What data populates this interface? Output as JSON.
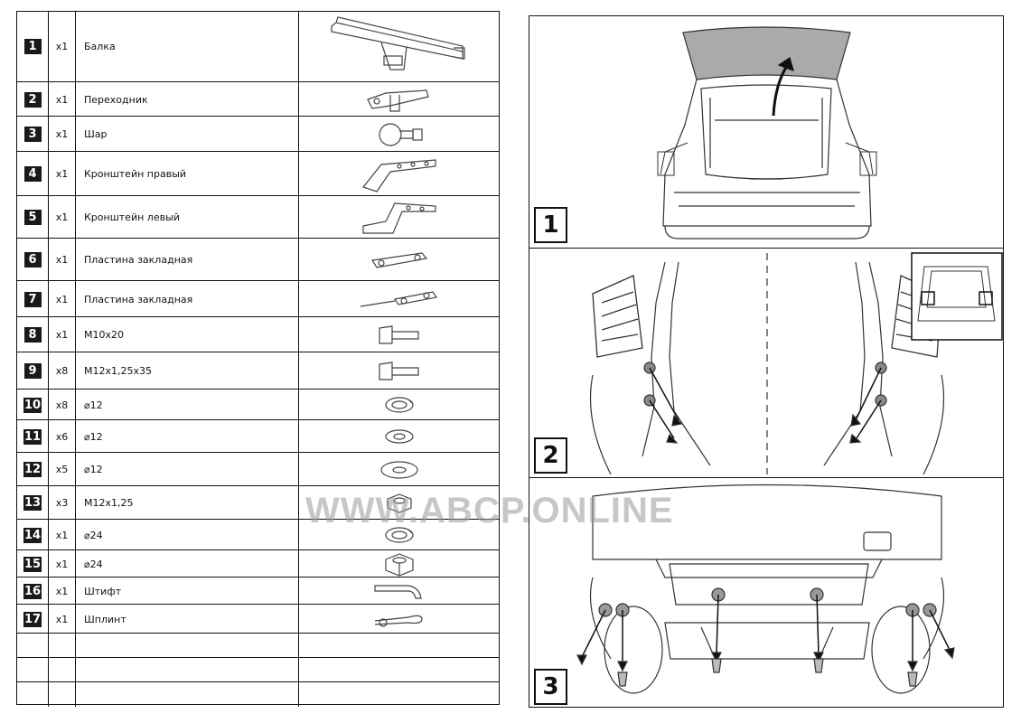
{
  "parts": [
    {
      "num": "1",
      "qty": "x1",
      "name": "Балка",
      "icon": "tow-beam-icon"
    },
    {
      "num": "2",
      "qty": "x1",
      "name": "Переходник",
      "icon": "adapter-icon"
    },
    {
      "num": "3",
      "qty": "x1",
      "name": "Шар",
      "icon": "tow-ball-icon"
    },
    {
      "num": "4",
      "qty": "x1",
      "name": "Кронштейн правый",
      "icon": "right-bracket-icon"
    },
    {
      "num": "5",
      "qty": "x1",
      "name": "Кронштейн левый",
      "icon": "left-bracket-icon"
    },
    {
      "num": "6",
      "qty": "x1",
      "name": "Пластина закладная",
      "icon": "mounting-plate-icon"
    },
    {
      "num": "7",
      "qty": "x1",
      "name": "Пластина закладная",
      "icon": "mounting-plate-wire-icon"
    },
    {
      "num": "8",
      "qty": "x1",
      "name": "M10x20",
      "icon": "bolt-icon"
    },
    {
      "num": "9",
      "qty": "x8",
      "name": "M12x1,25x35",
      "icon": "bolt-icon"
    },
    {
      "num": "10",
      "qty": "x8",
      "name": "⌀12",
      "icon": "spring-washer-icon"
    },
    {
      "num": "11",
      "qty": "x6",
      "name": "⌀12",
      "icon": "flat-washer-icon"
    },
    {
      "num": "12",
      "qty": "x5",
      "name": "⌀12",
      "icon": "large-washer-icon"
    },
    {
      "num": "13",
      "qty": "x3",
      "name": "M12x1,25",
      "icon": "nut-icon"
    },
    {
      "num": "14",
      "qty": "x1",
      "name": "⌀24",
      "icon": "spring-washer-icon"
    },
    {
      "num": "15",
      "qty": "x1",
      "name": "⌀24",
      "icon": "hex-nut-icon"
    },
    {
      "num": "16",
      "qty": "x1",
      "name": "Штифт",
      "icon": "pin-icon"
    },
    {
      "num": "17",
      "qty": "x1",
      "name": "Шплинт",
      "icon": "cotter-pin-icon"
    },
    {
      "num": "",
      "qty": "",
      "name": "",
      "icon": ""
    },
    {
      "num": "",
      "qty": "",
      "name": "",
      "icon": ""
    },
    {
      "num": "",
      "qty": "",
      "name": "",
      "icon": ""
    }
  ],
  "steps": [
    "1",
    "2",
    "3"
  ],
  "watermark": "WWW.ABCP.ONLINE"
}
